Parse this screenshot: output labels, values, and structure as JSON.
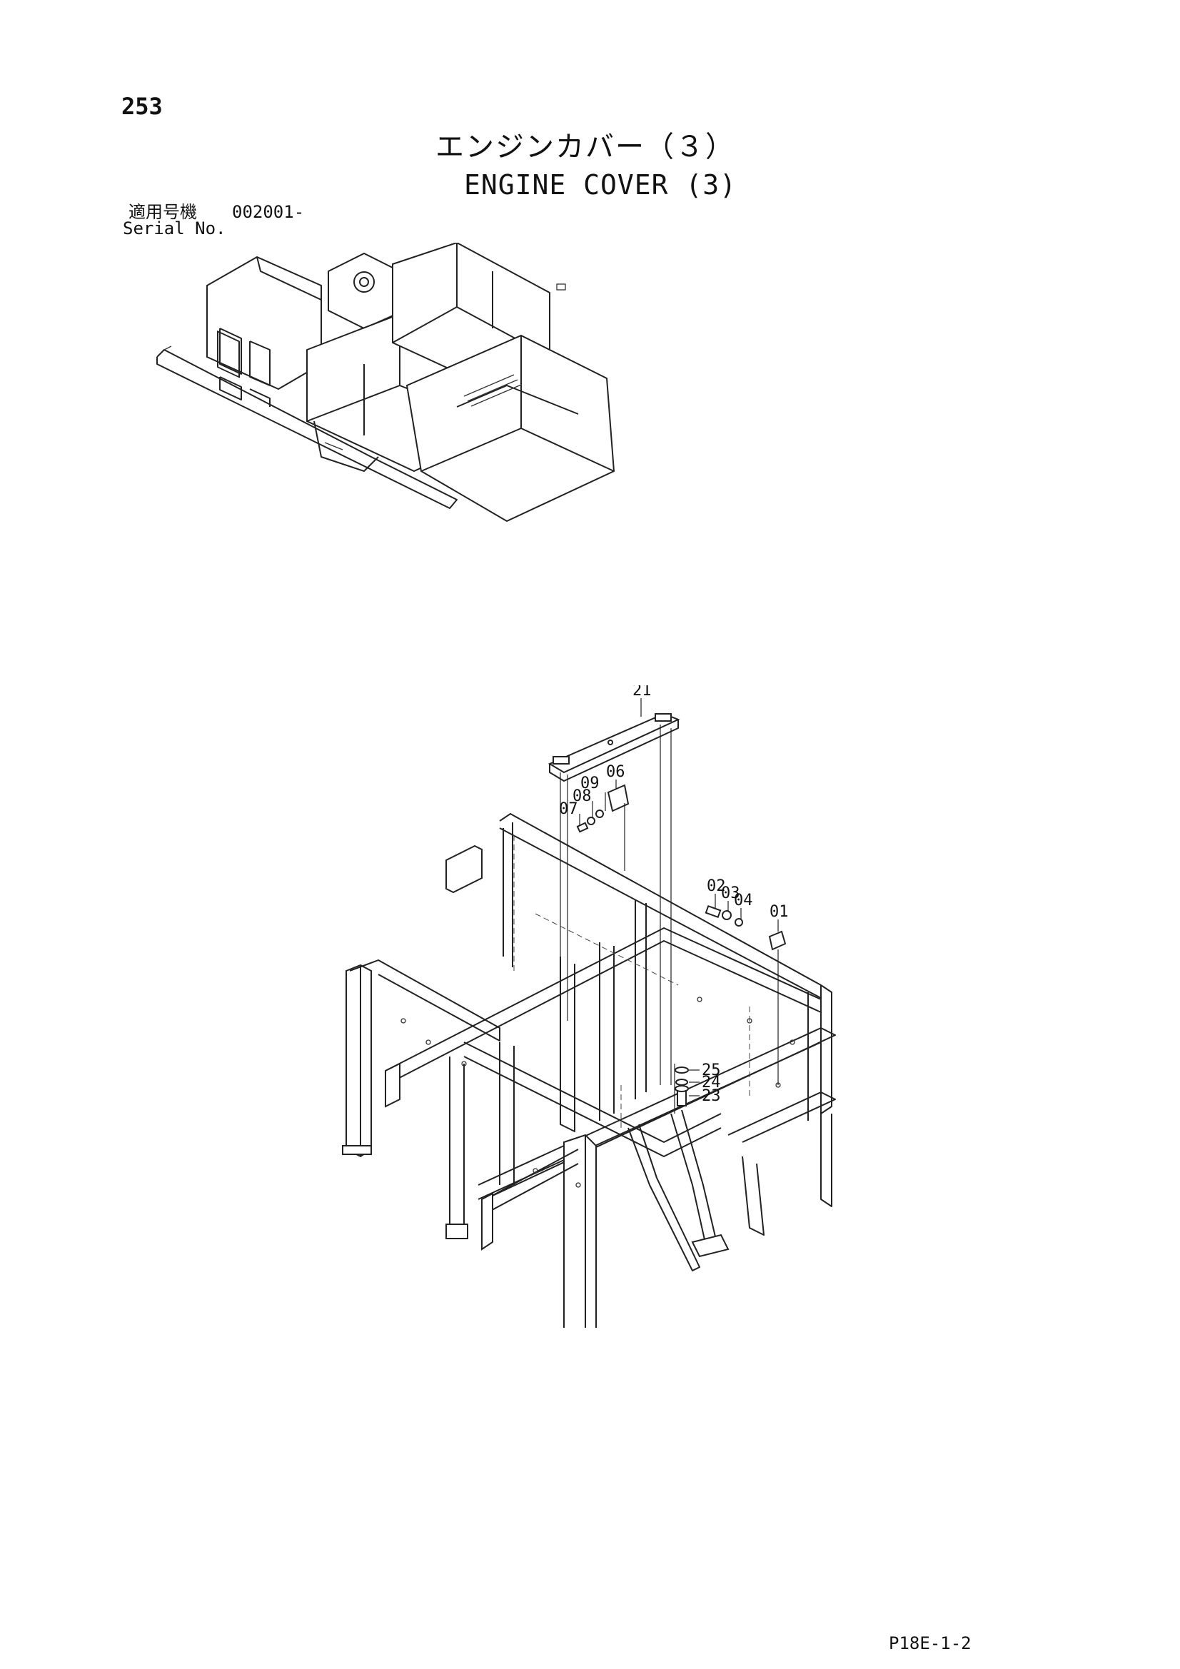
{
  "header": {
    "page_number": "253",
    "title_jp": "エンジンカバー（３）",
    "title_en": "ENGINE COVER (3)"
  },
  "serial": {
    "label_jp": "適用号機",
    "value": "002001-",
    "label_en": "Serial No."
  },
  "callouts": {
    "c01": "01",
    "c02": "02",
    "c03": "03",
    "c04": "04",
    "c06": "06",
    "c07": "07",
    "c08": "08",
    "c09": "09",
    "c21": "21",
    "c23": "23",
    "c24": "24",
    "c25": "25"
  },
  "footer": {
    "code": "P18E-1-2"
  }
}
